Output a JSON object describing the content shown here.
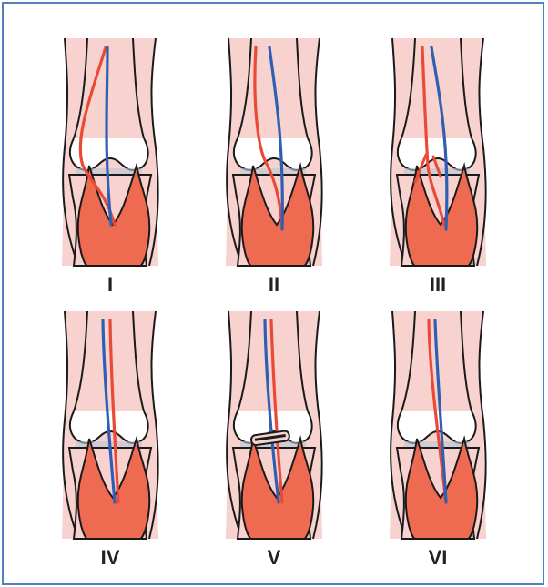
{
  "colors": {
    "border": "#4f81bd",
    "skin": "#f7d2cf",
    "muscle": "#ee6b52",
    "artery": "#ea4a35",
    "vein": "#2f5fb3",
    "outline": "#1a1a1a",
    "meniscus": "#b9c6d6"
  },
  "panels": [
    {
      "label": "I"
    },
    {
      "label": "II"
    },
    {
      "label": "III"
    },
    {
      "label": "IV"
    },
    {
      "label": "V"
    },
    {
      "label": "VI"
    }
  ]
}
